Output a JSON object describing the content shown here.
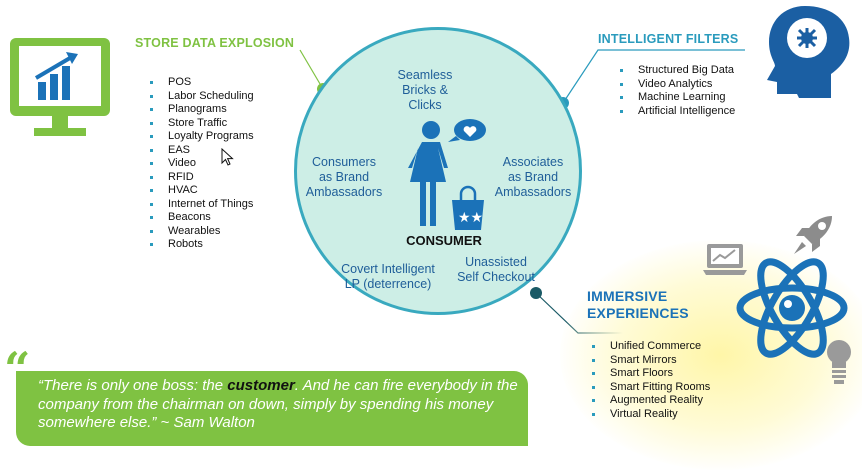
{
  "center": {
    "title": "CONSUMER",
    "top": [
      "Seamless",
      "Bricks & Clicks"
    ],
    "left": [
      "Consumers",
      "as Brand",
      "Ambassadors"
    ],
    "right": [
      "Associates",
      "as Brand",
      "Ambassadors"
    ],
    "bottom_left": [
      "Covert Intelligent",
      "LP (deterrence)"
    ],
    "bottom_right": [
      "Unassisted",
      "Self Checkout"
    ]
  },
  "store_data": {
    "title": "STORE DATA EXPLOSION",
    "items": [
      "POS",
      "Labor Scheduling",
      "Planograms",
      "Store Traffic",
      "Loyalty Programs",
      "EAS",
      "Video",
      "RFID",
      "HVAC",
      "Internet of Things",
      "Beacons",
      "Wearables",
      "Robots"
    ]
  },
  "intelligent_filters": {
    "title": "INTELLIGENT FILTERS",
    "items": [
      "Structured Big Data",
      "Video Analytics",
      "Machine Learning",
      "Artificial Intelligence"
    ]
  },
  "immersive": {
    "title_line1": "IMMERSIVE",
    "title_line2": "EXPERIENCES",
    "items": [
      "Unified Commerce",
      "Smart Mirrors",
      "Smart Floors",
      "Smart Fitting Rooms",
      "Augmented Reality",
      "Virtual Reality"
    ]
  },
  "quote": {
    "mark": "“",
    "before": "“There is only one boss: the ",
    "emphasis": "customer",
    "after": ". And he can fire everybody in the company from the chairman on down, simply by spending his money somewhere else.” ~ Sam Walton"
  },
  "colors": {
    "green": "#7fc242",
    "teal": "#2a9bbd",
    "circle_fill": "#cdeee6",
    "navy": "#1f5e99",
    "icon_blue": "#1b72b8"
  },
  "icons": [
    "monitor-chart-icon",
    "brain-circuit-icon",
    "woman-consumer-icon",
    "heart-speech-icon",
    "shopping-bag-stars-icon",
    "atom-icon",
    "rocket-icon",
    "laptop-chart-icon",
    "lightbulb-icon",
    "mouse-cursor-icon"
  ]
}
